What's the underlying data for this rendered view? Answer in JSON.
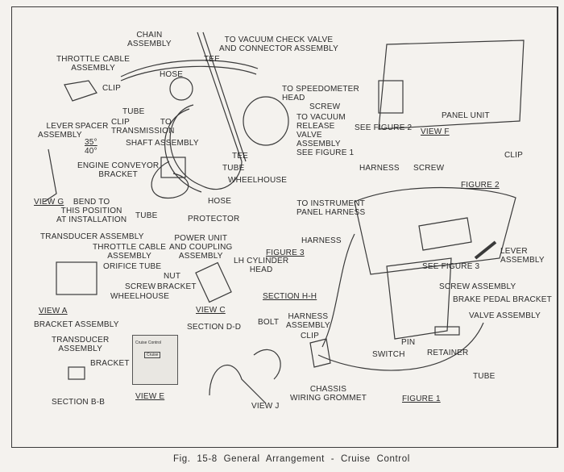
{
  "labels": {
    "chain_assembly": "Chain\nAssembly",
    "to_vacuum_check_valve": "To Vacuum Check Valve\nand Connector Assembly",
    "throttle_cable_assembly_top": "Throttle Cable\nAssembly",
    "tee_top": "Tee",
    "hose_top": "Hose",
    "clip_top": "Clip",
    "to_speedometer_head": "To Speedometer\nHead",
    "screw_top": "Screw",
    "to_vacuum_release_valve": "To Vacuum\nRelease\nValve\nAssembly\nSee Figure 1",
    "panel_unit": "Panel Unit",
    "view_f": "View F",
    "see_figure_2": "See Figure 2",
    "clip_fig2": "Clip",
    "screw_fig2": "Screw",
    "harness_fig2": "Harness",
    "figure_2": "Figure 2",
    "lever_assembly_left": "Lever\nAssembly",
    "spacer": "Spacer",
    "tube_top": "Tube",
    "clip_mid": "Clip",
    "to_transmission": "To\nTransmission",
    "shaft_assembly": "Shaft Assembly",
    "angle_35": "35°",
    "angle_40": "40°",
    "engine_conveyor_bracket": "Engine Conveyor\nBracket",
    "tee_mid": "Tee",
    "tube_mid": "Tube",
    "wheelhouse_top": "Wheelhouse",
    "hose_mid": "Hose",
    "view_g": "View G",
    "bend_to_position": "Bend to\nThis Position\nat Installation",
    "tube_left": "Tube",
    "protector": "Protector",
    "to_instrument_panel_harness": "To Instrument\nPanel Harness",
    "transducer_assembly": "Transducer Assembly",
    "power_unit": "Power Unit\nand Coupling\nAssembly",
    "figure_3": "Figure 3",
    "harness_right": "Harness",
    "throttle_cable_assembly_mid": "Throttle Cable\nAssembly",
    "orifice_tube": "Orifice Tube",
    "lh_cylinder_head": "LH Cylinder\nHead",
    "nut": "Nut",
    "screw_view_a": "Screw",
    "bracket_view_c": "Bracket",
    "wheelhouse_view_a": "Wheelhouse",
    "section_h_h": "Section H-H",
    "view_a": "View A",
    "view_c": "View C",
    "bolt": "Bolt",
    "section_d_d": "Section D-D",
    "bracket_assembly": "Bracket Assembly",
    "lever_assembly_right": "Lever\nAssembly",
    "see_figure_3": "See Figure 3",
    "screw_assembly": "Screw Assembly",
    "brake_pedal_bracket": "Brake Pedal Bracket",
    "valve_assembly": "Valve Assembly",
    "harness_assembly": "Harness\nAssembly",
    "clip_fig1": "Clip",
    "pin": "Pin",
    "switch": "Switch",
    "retainer": "Retainer",
    "tube_fig1": "Tube",
    "chassis_wiring_grommet": "Chassis\nWiring Grommet",
    "figure_1": "Figure 1",
    "transducer_assembly_bb": "Transducer\nAssembly",
    "bracket_bb": "Bracket",
    "section_b_b": "Section B-B",
    "view_e": "View E",
    "view_j": "View J"
  },
  "view_e_panel": {
    "title": "Cruise Control",
    "button": "Cruise"
  },
  "caption": "Fig. 15-8  General Arrangement - Cruise Control"
}
